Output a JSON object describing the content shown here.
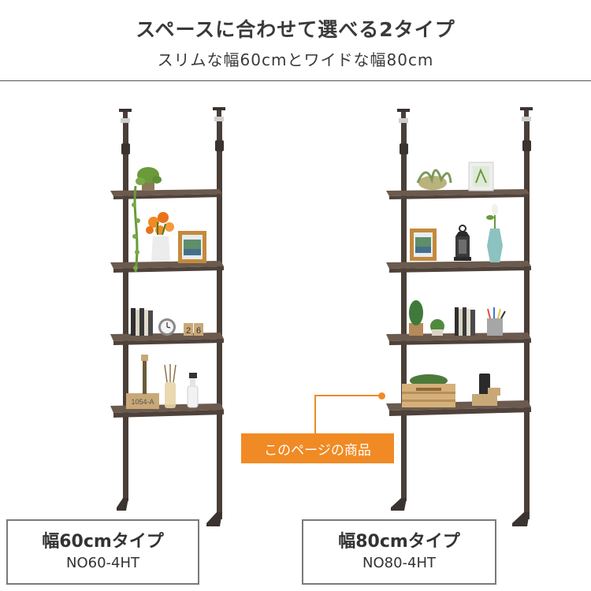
{
  "header": {
    "title": "スペースに合わせて選べる2タイプ",
    "subtitle": "スリムな幅60cmとワイドな幅80cm"
  },
  "left_product": {
    "type_name": "幅60cmタイプ",
    "model": "NO60-4HT",
    "block_label": "1054-A",
    "calendar_digits": [
      "2",
      "6"
    ]
  },
  "right_product": {
    "type_name": "幅80cmタイプ",
    "model": "NO80-4HT"
  },
  "callout": {
    "text": "このページの商品",
    "color": "#f08a24"
  },
  "colors": {
    "shelf": "#6b5a4e",
    "pole": "#4a3f38",
    "accent": "#f08a24"
  }
}
